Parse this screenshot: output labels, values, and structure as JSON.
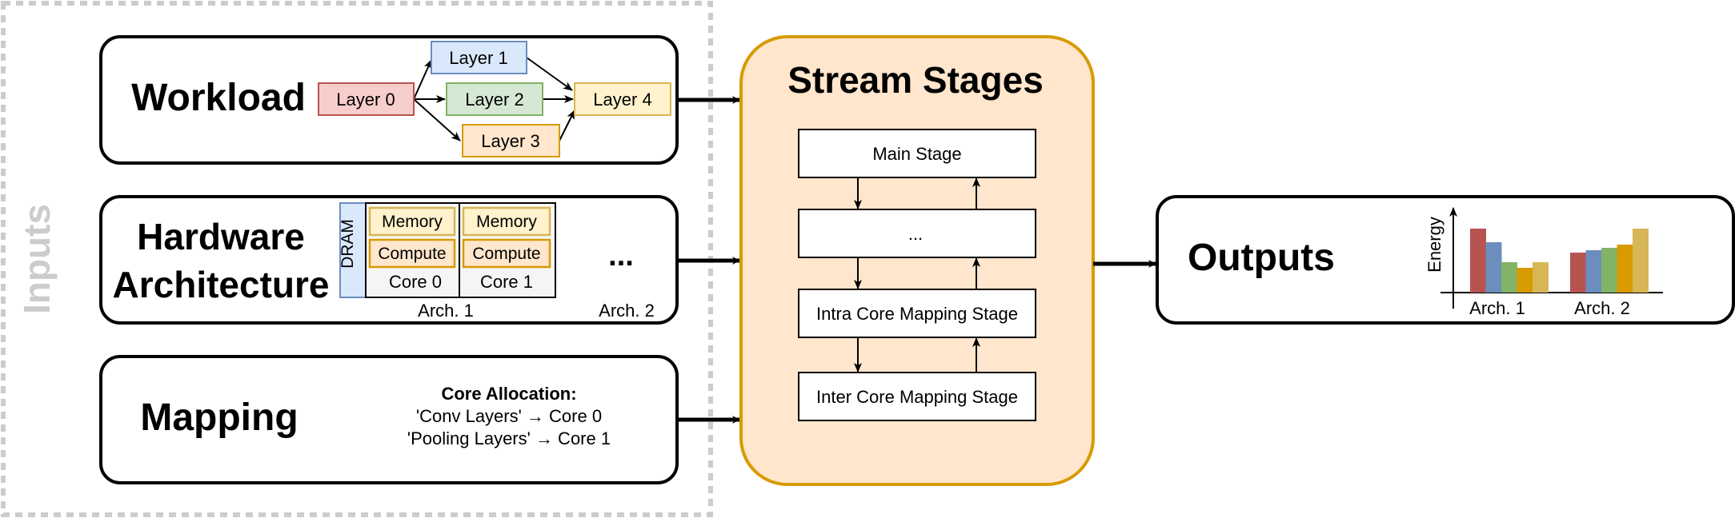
{
  "inputs": {
    "label": "Inputs",
    "workload": {
      "title": "Workload",
      "layers": [
        "Layer 0",
        "Layer 1",
        "Layer 2",
        "Layer 3",
        "Layer 4"
      ]
    },
    "hardware": {
      "title_line1": "Hardware",
      "title_line2": "Architecture",
      "dram": "DRAM",
      "memory": "Memory",
      "compute": "Compute",
      "core0": "Core 0",
      "core1": "Core 1",
      "ellipsis": "...",
      "arch1": "Arch. 1",
      "arch2": "Arch. 2"
    },
    "mapping": {
      "title": "Mapping",
      "heading": "Core Allocation:",
      "line1": "'Conv Layers' → Core 0",
      "line2": "'Pooling Layers' → Core 1"
    }
  },
  "stream": {
    "title": "Stream Stages",
    "stages": [
      "Main Stage",
      "...",
      "Intra Core Mapping Stage",
      "Inter Core Mapping Stage"
    ]
  },
  "outputs": {
    "title": "Outputs",
    "chart_data": {
      "type": "bar",
      "ylabel": "Energy",
      "categories": [
        "Arch. 1",
        "Arch. 2"
      ],
      "values": [
        [
          80,
          63,
          38,
          31,
          38
        ],
        [
          50,
          53,
          56,
          60,
          80
        ]
      ],
      "colors": [
        "#b85450",
        "#6c8ebf",
        "#82b366",
        "#d79b00",
        "#d6b656"
      ]
    }
  },
  "colors": {
    "layer0": "#f8cecc",
    "layer0_stroke": "#b85450",
    "layer1": "#dae8fc",
    "layer1_stroke": "#6c8ebf",
    "layer2": "#d5e8d4",
    "layer2_stroke": "#82b366",
    "layer3": "#ffe6cc",
    "layer3_stroke": "#d79b00",
    "layer4": "#fff2cc",
    "layer4_stroke": "#d6b656",
    "stream_fill": "#ffe6cc",
    "stream_stroke": "#d79b00",
    "inputs_frame": "#cccccc"
  }
}
